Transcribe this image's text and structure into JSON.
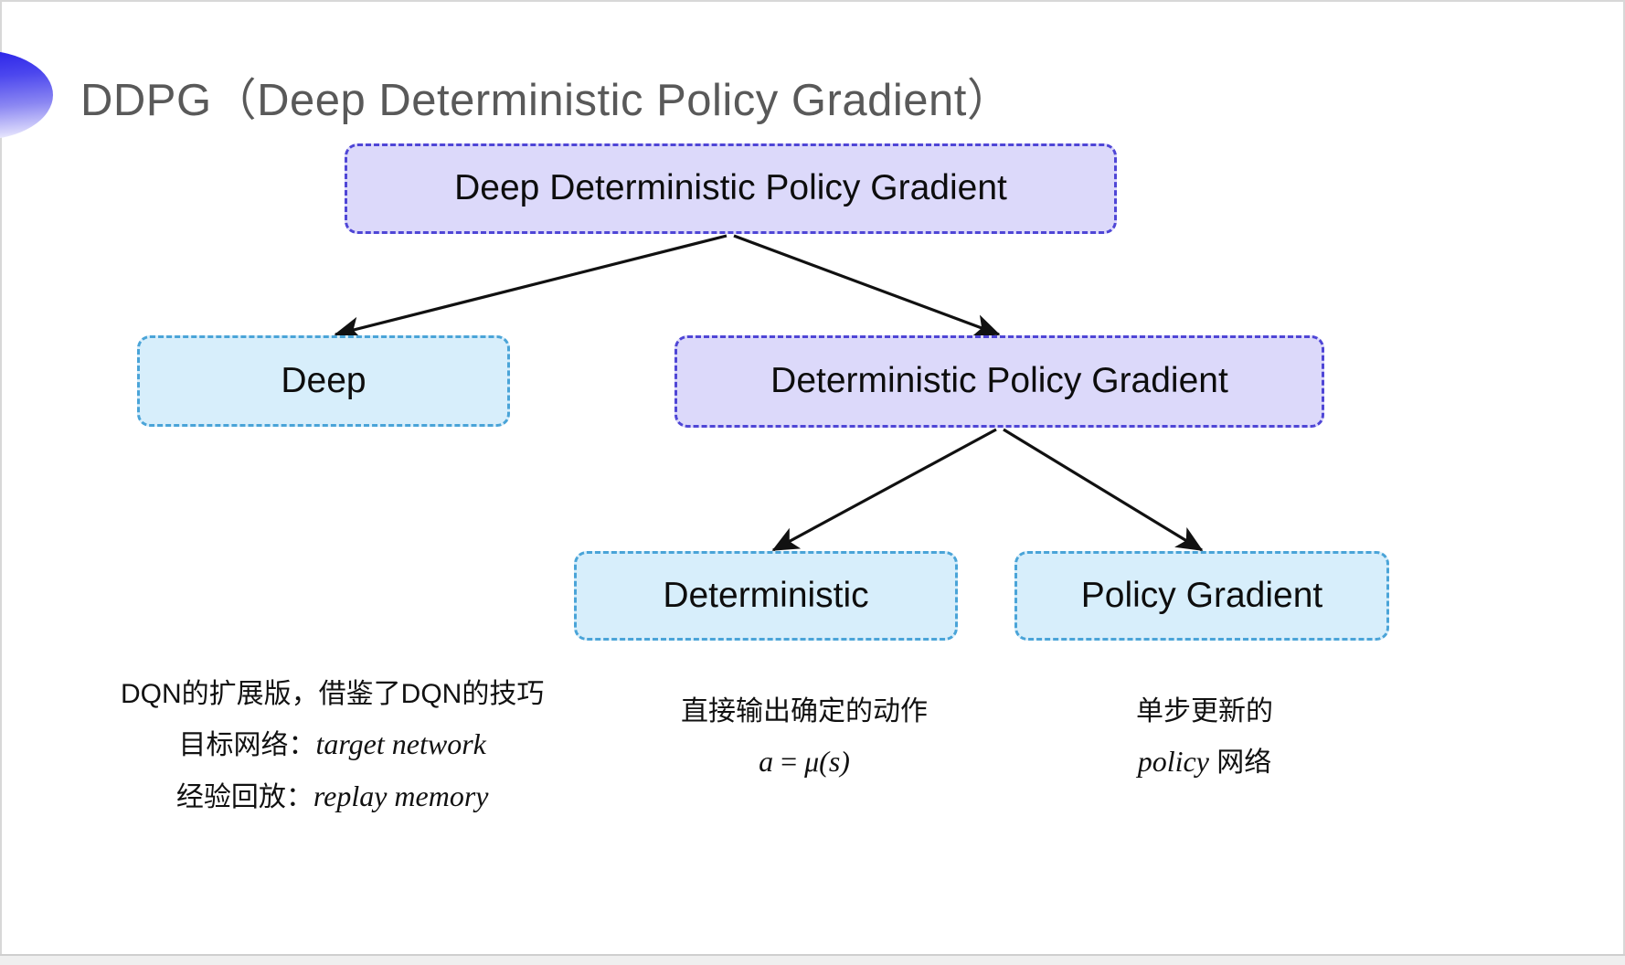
{
  "slide": {
    "title": "DDPG（Deep Deterministic Policy Gradient）",
    "background_color": "#ffffff",
    "decoration": {
      "name": "half-ellipse-gradient",
      "from_color": "#2a23e8",
      "to_color": "#ffffff"
    }
  },
  "diagram": {
    "type": "tree",
    "nodes": [
      {
        "id": "root",
        "label": "Deep Deterministic Policy Gradient",
        "style": "purple",
        "fill": "#dcd9fa",
        "border": "#4f46d6"
      },
      {
        "id": "deep",
        "label": "Deep",
        "style": "blue",
        "fill": "#d7eefb",
        "border": "#4aa4d8"
      },
      {
        "id": "dpg",
        "label": "Deterministic Policy Gradient",
        "style": "purple",
        "fill": "#dcd9fa",
        "border": "#4f46d6"
      },
      {
        "id": "det",
        "label": "Deterministic",
        "style": "blue",
        "fill": "#d7eefb",
        "border": "#4aa4d8"
      },
      {
        "id": "pg",
        "label": "Policy Gradient",
        "style": "blue",
        "fill": "#d7eefb",
        "border": "#4aa4d8"
      }
    ],
    "edges": [
      {
        "from": "root",
        "to": "deep"
      },
      {
        "from": "root",
        "to": "dpg"
      },
      {
        "from": "dpg",
        "to": "det"
      },
      {
        "from": "dpg",
        "to": "pg"
      }
    ],
    "arrow_color": "#111111"
  },
  "notes": {
    "deep": {
      "line1": "DQN的扩展版，借鉴了DQN的技巧",
      "line2_label": "目标网络：",
      "line2_term": "target network",
      "line3_label": "经验回放：",
      "line3_term": "replay memory"
    },
    "deterministic": {
      "line1": "直接输出确定的动作",
      "formula_a": "a",
      "formula_eq": " = ",
      "formula_mu": "μ(s)"
    },
    "policy_gradient": {
      "line1": "单步更新的",
      "line2_term": "policy",
      "line2_suffix": " 网络"
    }
  }
}
